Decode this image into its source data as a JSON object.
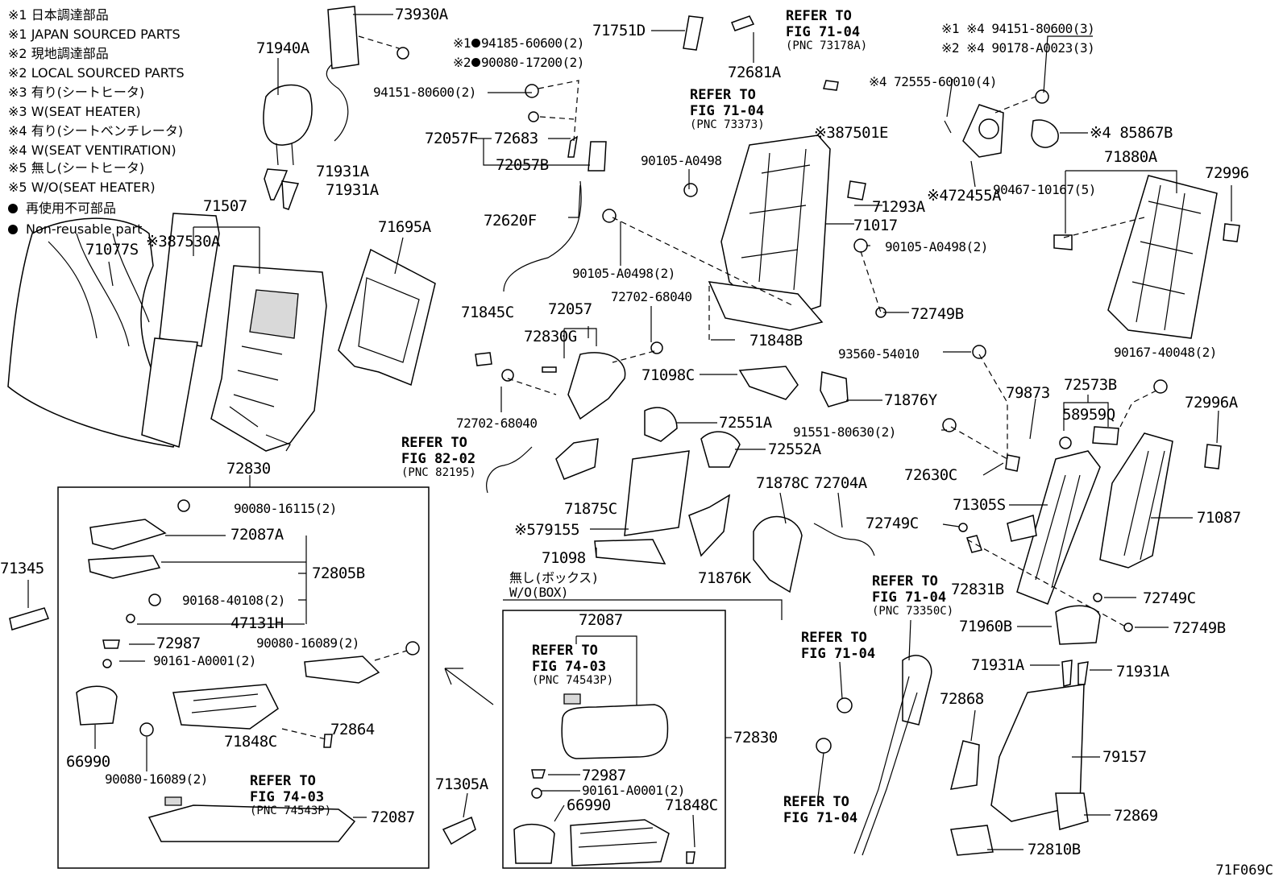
{
  "legend": [
    {
      "mark": "※1",
      "text": "日本調達部品"
    },
    {
      "mark": "※1",
      "text": "JAPAN SOURCED PARTS"
    },
    {
      "mark": "※2",
      "text": "現地調達部品"
    },
    {
      "mark": "※2",
      "text": "LOCAL SOURCED PARTS"
    },
    {
      "mark": "※3",
      "text": "有り(シートヒータ)"
    },
    {
      "mark": "※3",
      "text": "W(SEAT HEATER)"
    },
    {
      "mark": "※4",
      "text": "有り(シートベンチレータ)"
    },
    {
      "mark": "※4",
      "text": "W(SEAT VENTIRATION)"
    },
    {
      "mark": "※5",
      "text": "無し(シートヒータ)"
    },
    {
      "mark": "※5",
      "text": "W/O(SEAT HEATER)"
    },
    {
      "mark": "●",
      "text": "再使用不可部品"
    },
    {
      "mark": "●",
      "text": "Non-reusable part"
    }
  ],
  "labels": {
    "p73930A": "73930A",
    "p71940A": "71940A",
    "p94185": "94185-60600(2)",
    "p94185_mark": "※1",
    "p90080_17200": "90080-17200(2)",
    "p90080_17200_mark": "※2",
    "p94151_left": "94151-80600(2)",
    "p72057F": "72057F",
    "p72683": "72683",
    "p72057B": "72057B",
    "p71931A_1": "71931A",
    "p71931A_2": "71931A",
    "p71507": "71507",
    "p71077S": "71077S",
    "p87530A": "87530A",
    "p87530A_mark": "※3",
    "p71695A": "71695A",
    "p72620F": "72620F",
    "p71751D": "71751D",
    "p72681A": "72681A",
    "p90105_top": "90105-A0498",
    "p90105_2a": "90105-A0498(2)",
    "p87501E": "87501E",
    "p87501E_mark": "※3",
    "p71293A": "71293A",
    "p71017": "71017",
    "p90105_2b": "90105-A0498(2)",
    "p72749B_1": "72749B",
    "p71848B": "71848B",
    "p71845C": "71845C",
    "p72057": "72057",
    "p72830G": "72830G",
    "p72702_a": "72702-68040",
    "p72702_b": "72702-68040",
    "p71098C": "71098C",
    "p71876Y": "71876Y",
    "p72551A": "72551A",
    "p72552A": "72552A",
    "p71875C": "71875C",
    "p79155": "79155",
    "p79155_mark": "※5",
    "p71098": "71098",
    "p71098_note_jp": "無し(ボックス)",
    "p71098_note_en": "W/O(BOX)",
    "p71878C": "71878C",
    "p72704A": "72704A",
    "p71876K": "71876K",
    "p94151_r": "※1 ※4 94151-80600(3)",
    "p90178": "※2 ※4 90178-A0023(3)",
    "p72555": "※4 72555-60010(4)",
    "p85867B": "85867B",
    "p85867B_mark": "※4",
    "p71880A": "71880A",
    "p72996": "72996",
    "p72455A": "72455A",
    "p72455A_mark": "※4",
    "p90467": "90467-10167(5)",
    "p90167": "90167-40048(2)",
    "p93560": "93560-54010",
    "p79873": "79873",
    "p72573B": "72573B",
    "p58959Q": "58959Q",
    "p72996A": "72996A",
    "p91551": "91551-80630(2)",
    "p72630C": "72630C",
    "p71305S": "71305S",
    "p71087": "71087",
    "p72749C_1": "72749C",
    "p72831B": "72831B",
    "p72749C_2": "72749C",
    "p71960B": "71960B",
    "p72749B_2": "72749B",
    "p71931A_3": "71931A",
    "p71931A_4": "71931A",
    "p72868": "72868",
    "p79157": "79157",
    "p72869": "72869",
    "p72810B": "72810B",
    "p72830_top": "72830",
    "p90080_16115": "90080-16115(2)",
    "p72087A": "72087A",
    "p72805B": "72805B",
    "p90168": "90168-40108(2)",
    "p47131H": "47131H",
    "p72987_a": "72987",
    "p90080_16089_a": "90080-16089(2)",
    "p90161_a": "90161-A0001(2)",
    "p66990_a": "66990",
    "p72864": "72864",
    "p71848C_a": "71848C",
    "p90080_16089_b": "90080-16089(2)",
    "p72087_a": "72087",
    "p71345": "71345",
    "p71305A": "71305A",
    "p72087_b": "72087",
    "p72830_b": "72830",
    "p72987_b": "72987",
    "p90161_b": "90161-A0001(2)",
    "p66990_b": "66990",
    "p71848C_b": "71848C"
  },
  "refs": [
    {
      "id": "r1",
      "line1": "REFER TO",
      "line2": "FIG 71-04",
      "pnc": "(PNC 73178A)"
    },
    {
      "id": "r2",
      "line1": "REFER TO",
      "line2": "FIG 71-04",
      "pnc": "(PNC 73373)"
    },
    {
      "id": "r3",
      "line1": "REFER TO",
      "line2": "FIG 82-02",
      "pnc": "(PNC 82195)"
    },
    {
      "id": "r4",
      "line1": "REFER TO",
      "line2": "FIG 71-04",
      "pnc": "(PNC 73350C)"
    },
    {
      "id": "r5",
      "line1": "REFER TO",
      "line2": "FIG 71-04",
      "pnc": ""
    },
    {
      "id": "r6",
      "line1": "REFER TO",
      "line2": "FIG 71-04",
      "pnc": ""
    },
    {
      "id": "r7",
      "line1": "REFER TO",
      "line2": "FIG 74-03",
      "pnc": "(PNC 74543P)"
    },
    {
      "id": "r8",
      "line1": "REFER TO",
      "line2": "FIG 74-03",
      "pnc": "(PNC 74543P)"
    }
  ],
  "figure_code": "71F069C"
}
